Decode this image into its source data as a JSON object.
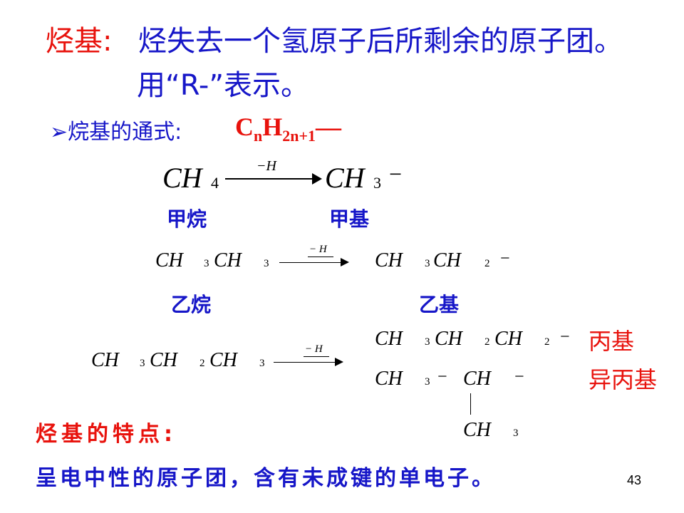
{
  "definition": {
    "term": "烃基:",
    "text": "烃失去一个氢原子后所剩余的原子团。",
    "line2": "用“R-”表示。"
  },
  "alkyl_formula": {
    "bullet_glyph": "➢",
    "label": "烷基的通式:",
    "formula_C": "C",
    "formula_n": "n",
    "formula_H": "H",
    "formula_sub": "2n+1",
    "formula_dash": "—"
  },
  "reaction1": {
    "left": "CH",
    "left_sub": "4",
    "arrow_label": "−H",
    "right": "CH",
    "right_sub": "3",
    "right_dash": "−",
    "left_name": "甲烷",
    "right_name": "甲基"
  },
  "reaction2": {
    "left_a": "CH",
    "left_a_sub": "3",
    "left_b": "CH",
    "left_b_sub": "3",
    "arrow_label": "− H",
    "right_a": "CH",
    "right_a_sub": "3",
    "right_b": "CH",
    "right_b_sub": "2",
    "right_dash": "−",
    "left_name": "乙烷",
    "right_name": "乙基"
  },
  "reaction3": {
    "left_a": "CH",
    "left_a_sub": "3",
    "left_b": "CH",
    "left_b_sub": "2",
    "left_c": "CH",
    "left_c_sub": "3",
    "arrow_label": "− H",
    "prod1_a": "CH",
    "prod1_a_sub": "3",
    "prod1_b": "CH",
    "prod1_b_sub": "2",
    "prod1_c": "CH",
    "prod1_c_sub": "2",
    "prod1_dash": "−",
    "prod1_name": "丙基",
    "prod2_a": "CH",
    "prod2_a_sub": "3",
    "prod2_mid_dash": "−",
    "prod2_b": "CH",
    "prod2_end_dash": "−",
    "prod2_name": "异丙基",
    "branch": "CH",
    "branch_sub": "3"
  },
  "features": {
    "heading": "烃基的特点:",
    "text": "呈电中性的原子团，含有未成键的单电子。"
  },
  "page_number": "43",
  "colors": {
    "red": "#e8120c",
    "blue": "#1616c8",
    "black": "#000000"
  }
}
